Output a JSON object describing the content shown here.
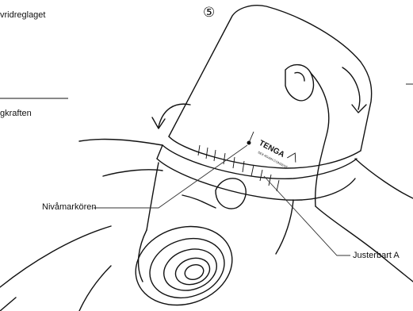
{
  "labels": {
    "top_text": "vridreglaget",
    "mid_text": "gkraften",
    "level_marker": "Nivåmarkören",
    "adjustable": "Justerbart A"
  },
  "step_badge": "⑤",
  "brand": {
    "logo_text": "TENGA",
    "logo_sub": "SEX AGAIN CONSENT"
  },
  "colors": {
    "ink": "#111111",
    "background": "#ffffff"
  }
}
